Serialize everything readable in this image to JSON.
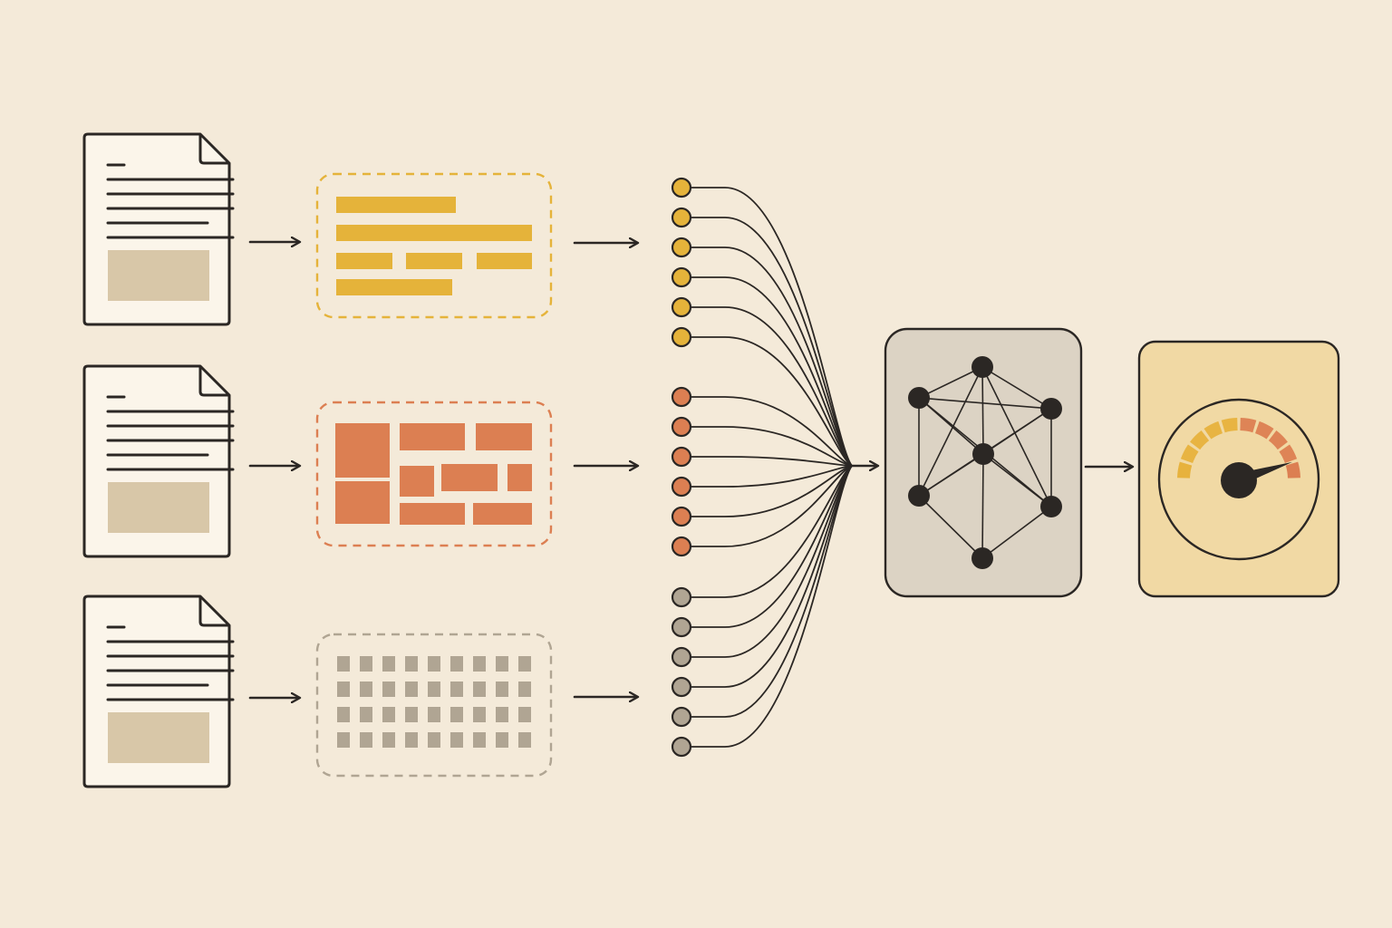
{
  "colors": {
    "background": "#f4ead9",
    "ink": "#2b2724",
    "doc_fill": "#fbf5ea",
    "doc_image": "#d8c7a8",
    "text_features": "#e5b33a",
    "layout_features": "#dc7f52",
    "grid_features": "#b0a593",
    "model_box": "#dcd3c4",
    "gauge_box": "#f1d9a4",
    "gauge_yellow": "#e7b23d",
    "gauge_orange": "#dc7f52"
  },
  "icons": {
    "document": "document-icon",
    "arrow": "arrow-right-icon",
    "text_feature": "text-lines-icon",
    "layout_feature": "layout-blocks-icon",
    "grid_feature": "grid-cells-icon",
    "node": "input-node-icon",
    "network": "network-graph-icon",
    "gauge": "gauge-icon"
  },
  "gauge": {
    "reading": 0.9,
    "segments": 10
  },
  "input_nodes_per_group": 6,
  "grid_feature_cells": {
    "columns": 9,
    "rows": 4
  }
}
